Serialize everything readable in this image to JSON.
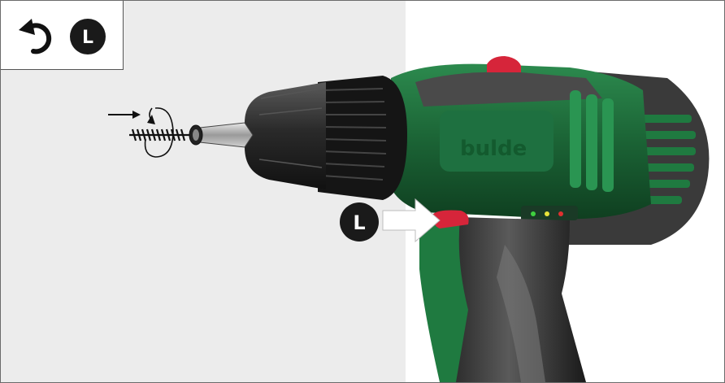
{
  "corner_icon": {
    "rotation_icon": "counterclockwise-arrow-icon",
    "badge_label": "L"
  },
  "callout": {
    "badge_label": "L",
    "pointer_icon": "arrow-right-icon"
  },
  "screw_indicator": {
    "push_icon": "arrow-right-icon",
    "rotation_icon": "rotation-loop-icon"
  },
  "drill": {
    "brand_text": "bulde",
    "led_count": 3
  },
  "colors": {
    "wall": "#ececec",
    "drill_green": "#1d6b3a",
    "drill_dark": "#2e2e2e",
    "switch_red": "#d6253a",
    "led_green": "#3fd13f",
    "led_yellow": "#e8e23a",
    "led_red": "#e03030"
  }
}
